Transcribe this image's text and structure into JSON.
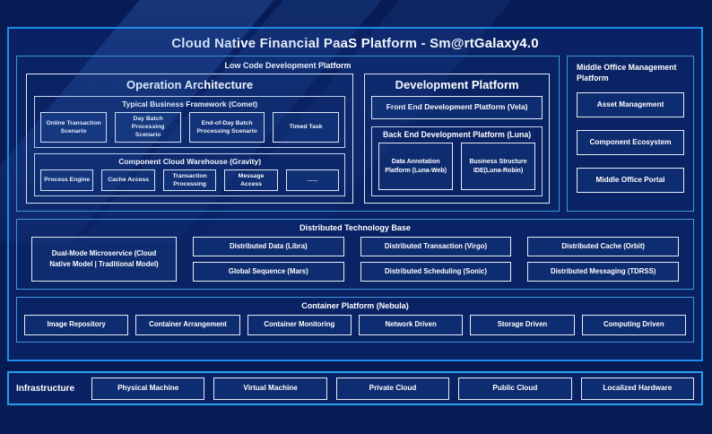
{
  "page": {
    "title": "Cloud Native Financial PaaS Platform - Sm@rtGalaxy4.0"
  },
  "low_code_platform": {
    "title": "Low Code Development Platform",
    "operation_architecture": {
      "title": "Operation Architecture",
      "typical_business_framework": {
        "title": "Typical Business Framework (Comet)",
        "items": [
          "Online Transaction Scenario",
          "Day Batch Processing Scenario",
          "End-of-Day Batch Processing Scenario",
          "Timed Task"
        ]
      },
      "component_cloud_warehouse": {
        "title": "Component Cloud Warehouse (Gravity)",
        "items": [
          "Process Engine",
          "Cache Access",
          "Transaction Processing",
          "Message Access",
          "......"
        ]
      }
    },
    "development_platform": {
      "title": "Development Platform",
      "front_end": {
        "label": "Front End Development Platform (Vela)"
      },
      "back_end": {
        "title": "Back End Development Platform (Luna)",
        "items": [
          "Data Annotation Platform (Luna-Web)",
          "Business Structure IDE(Luna-Robin)"
        ]
      }
    }
  },
  "middle_office_platform": {
    "title": "Middle Office Management Platform",
    "items": [
      "Asset Management",
      "Component Ecosystem",
      "Middle Office Portal"
    ]
  },
  "distributed_technology_base": {
    "title": "Distributed Technology Base",
    "dual_mode": {
      "label": "Dual-Mode Microservice (Cloud Native Model | Traditional Model)"
    },
    "columns": [
      {
        "top": "Distributed Data (Libra)",
        "bottom": "Global Sequence (Mars)"
      },
      {
        "top": "Distributed Transaction (Virgo)",
        "bottom": "Distributed Scheduling (Sonic)"
      },
      {
        "top": "Distributed Cache (Orbit)",
        "bottom": "Distributed Messaging (TDRSS)"
      }
    ]
  },
  "container_platform": {
    "title": "Container Platform (Nebula)",
    "items": [
      "Image Repository",
      "Container Arrangement",
      "Container Monitoring",
      "Network Driven",
      "Storage Driven",
      "Computing Driven"
    ]
  },
  "infrastructure": {
    "title": "Infrastructure",
    "items": [
      "Physical Machine",
      "Virtual Machine",
      "Private Cloud",
      "Public Cloud",
      "Localized Hardware"
    ]
  },
  "colors": {
    "page_background": "#071c55",
    "panel_background": "#0a2365",
    "frame_border": "#1c8de8",
    "section_border": "#3e97de",
    "box_border": "#e6edf6",
    "box_background": "#0e2c70",
    "text": "#ffffff"
  }
}
